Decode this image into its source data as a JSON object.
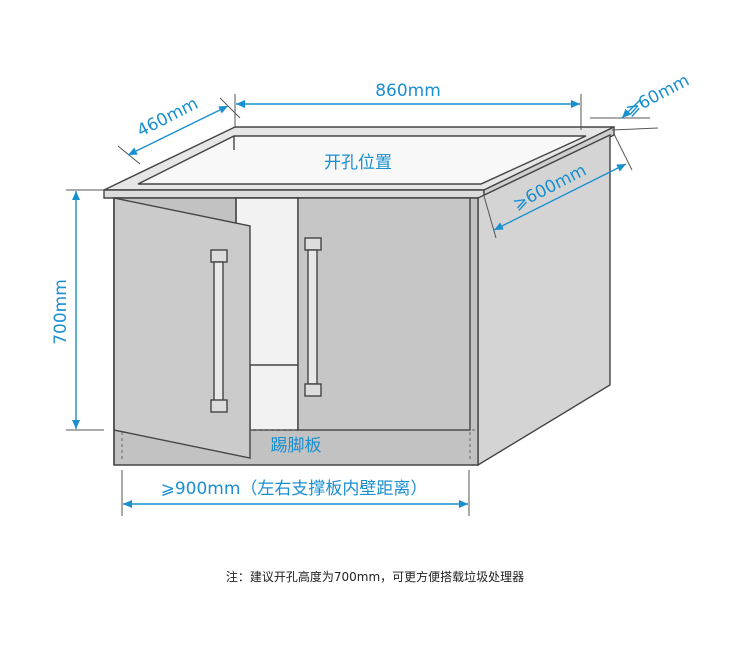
{
  "dimensions": {
    "width_top": "860mm",
    "depth_top": "460mm",
    "clearance_rear": "⩾60mm",
    "depth_inner": "⩾600mm",
    "height": "700mm",
    "width_inner": "⩾900mm（左右支撑板内壁距离）"
  },
  "labels": {
    "opening": "开孔位置",
    "kickboard": "踢脚板"
  },
  "note": "注：建议开孔高度为700mm，可更方便搭载垃圾处理器",
  "colors": {
    "dimension": "#1a8fd0",
    "outline": "#444444",
    "front_face": "#c2c2c2",
    "side_face": "#d4d4d4",
    "countertop": "#e6e6e6",
    "note_text": "#222222"
  }
}
